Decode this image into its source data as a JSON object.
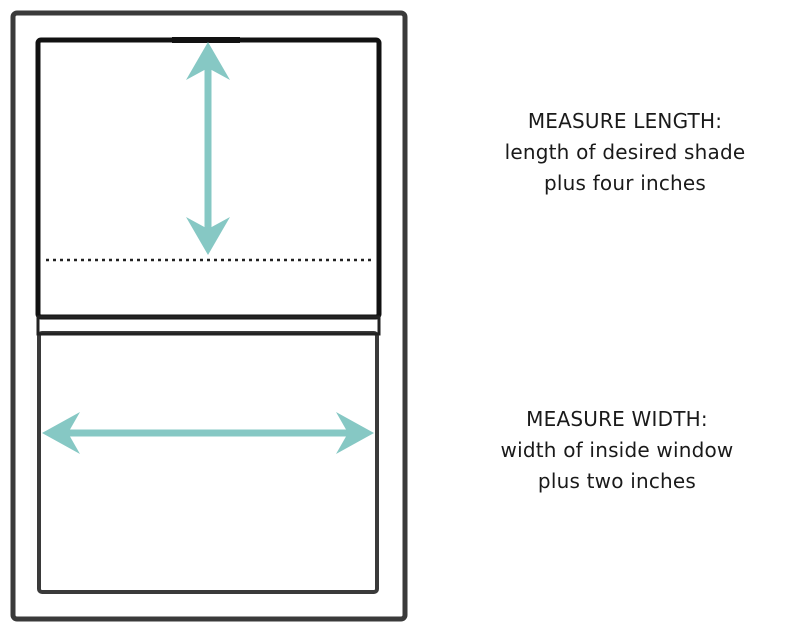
{
  "captions": {
    "length": {
      "heading": "MEASURE LENGTH:",
      "line1": "length of desired shade",
      "line2": "plus four inches"
    },
    "width": {
      "heading": "MEASURE WIDTH:",
      "line1": "width of inside window",
      "line2": "plus two inches"
    }
  },
  "colors": {
    "frame": "#3a3a3a",
    "shade": "#111111",
    "arrow": "#86c8c4",
    "dotted": "#222222"
  }
}
